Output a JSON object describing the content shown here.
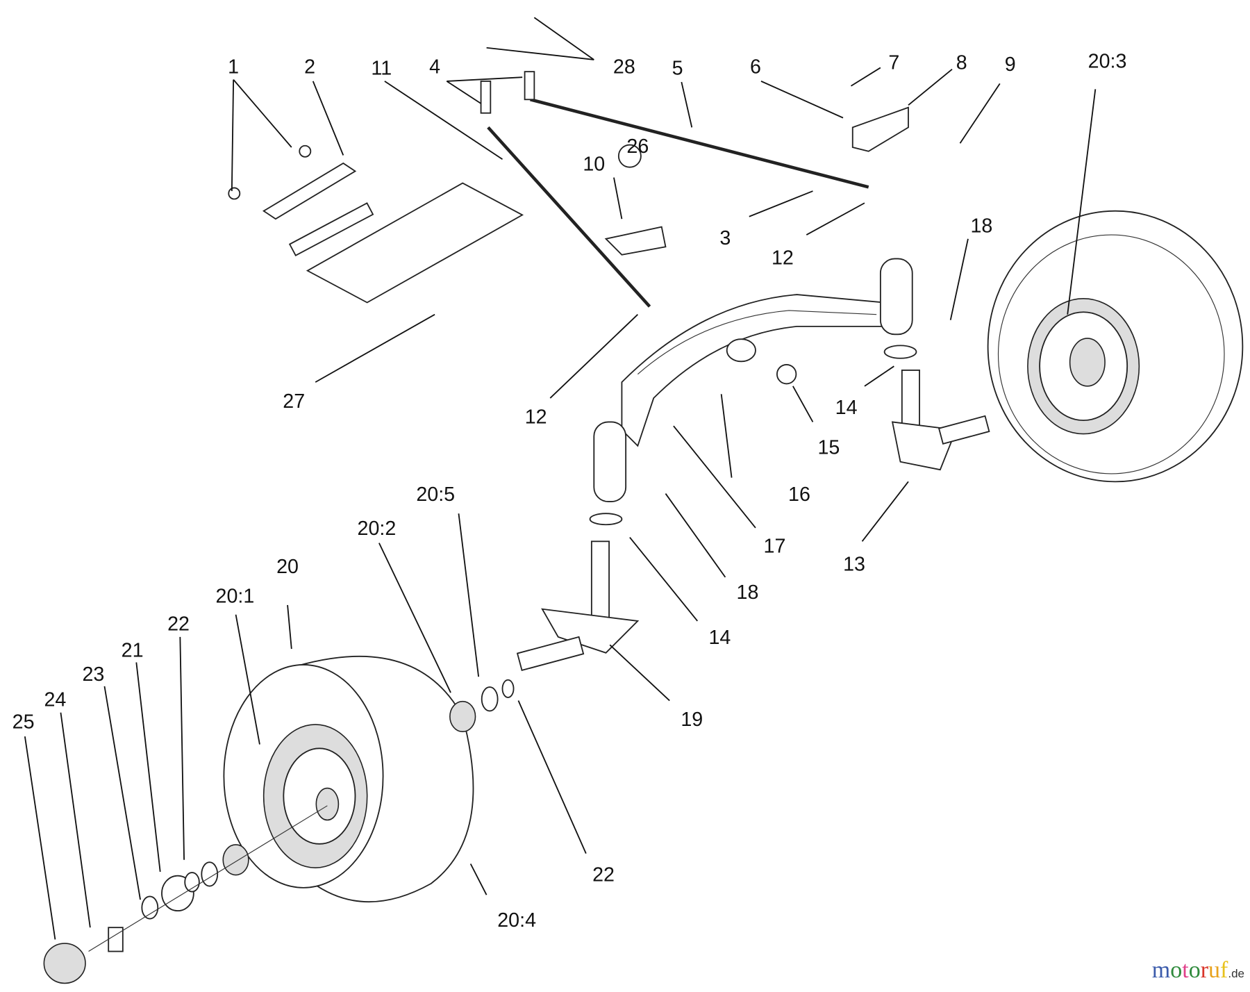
{
  "diagram": {
    "labels": [
      "1",
      "2",
      "11",
      "4",
      "28",
      "5",
      "6",
      "7",
      "8",
      "9",
      "20:3",
      "26",
      "10",
      "3",
      "12",
      "18",
      "27",
      "12",
      "14",
      "15",
      "16",
      "17",
      "13",
      "18",
      "14",
      "19",
      "20:5",
      "20:2",
      "20",
      "20:1",
      "22",
      "21",
      "23",
      "24",
      "25",
      "22",
      "20:4"
    ]
  },
  "watermark": {
    "text": "motoruf",
    "suffix": ".de",
    "colors": [
      "#3b5bab",
      "#2f8a3c",
      "#e0408a",
      "#2f8a3c",
      "#d9352a",
      "#e8a21c",
      "#e8c21c"
    ]
  }
}
